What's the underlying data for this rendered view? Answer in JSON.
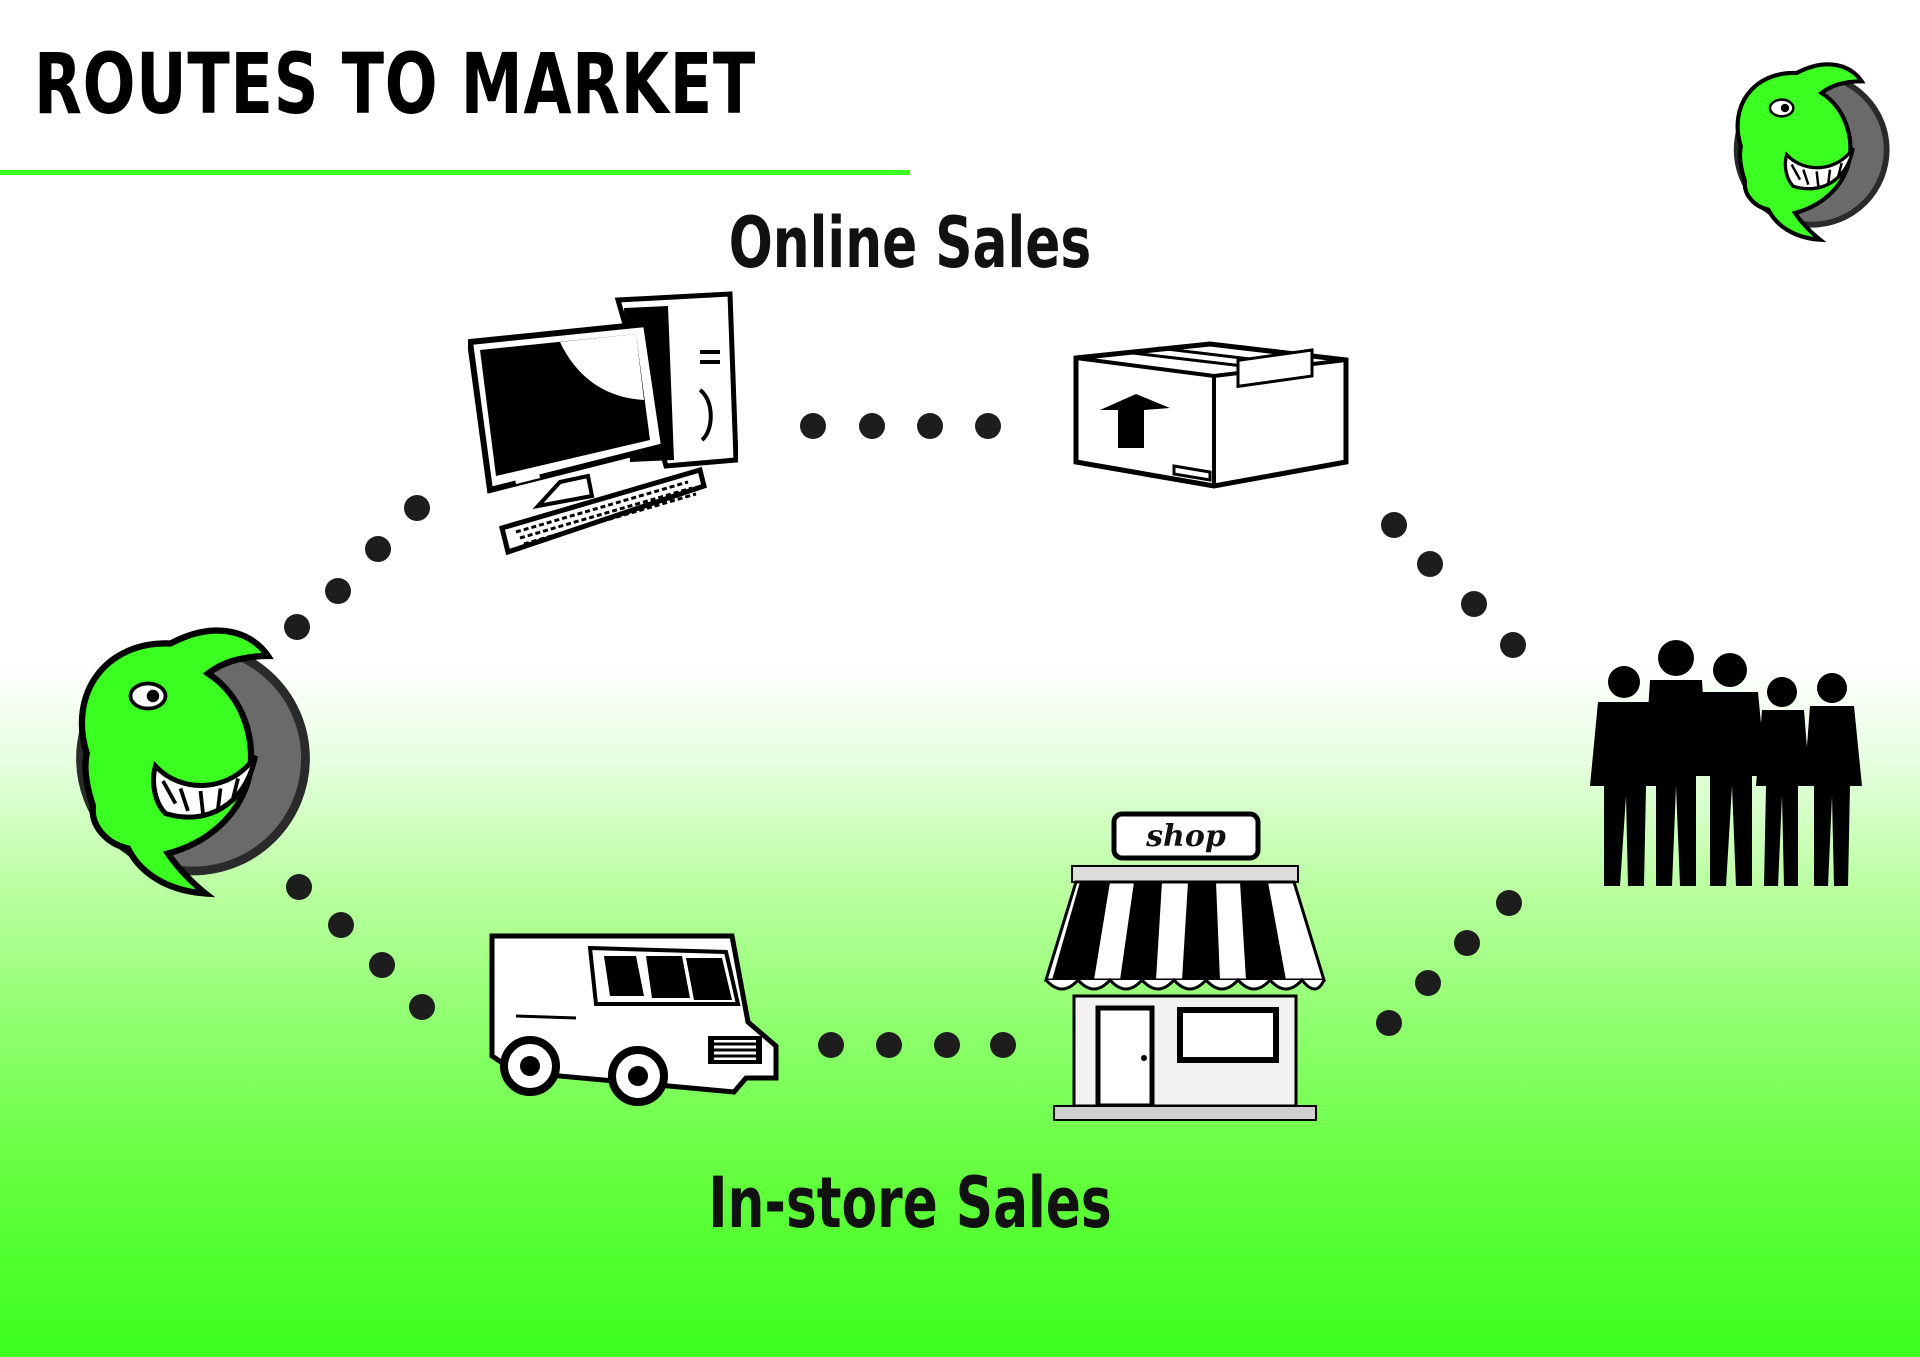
{
  "title": "ROUTES TO MARKET",
  "labels": {
    "online": "Online Sales",
    "instore": "In-store Sales"
  },
  "nodes": {
    "shop_sign": "shop"
  },
  "icons": {
    "logo": "shark-logo-icon",
    "computer": "desktop-computer-icon",
    "package": "shipping-box-icon",
    "customers": "people-group-icon",
    "van": "delivery-van-icon",
    "shop": "shop-storefront-icon"
  },
  "colors": {
    "accent": "#3bff21",
    "dot": "#1d1d1d"
  }
}
